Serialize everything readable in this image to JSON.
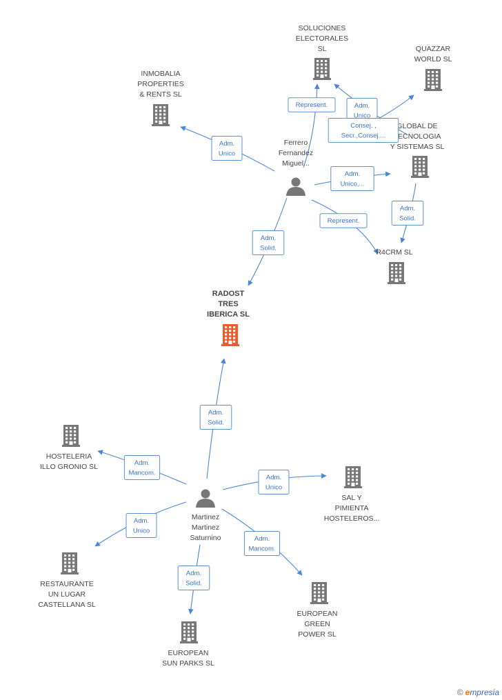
{
  "nodes": [
    {
      "id": "soluciones",
      "type": "company",
      "lines": [
        "SOLUCIONES",
        "ELECTORALES",
        "SL"
      ]
    },
    {
      "id": "quazzar",
      "type": "company",
      "lines": [
        "QUAZZAR",
        "WORLD  SL"
      ]
    },
    {
      "id": "inmobalia",
      "type": "company",
      "lines": [
        "INMOBALIA",
        "PROPERTIES",
        "& RENTS SL"
      ]
    },
    {
      "id": "global",
      "type": "company",
      "lines": [
        "GLOBAL DE",
        "TECNOLOGIA",
        "Y SISTEMAS  SL"
      ]
    },
    {
      "id": "r4crm",
      "type": "company",
      "lines": [
        "R4CRM  SL"
      ]
    },
    {
      "id": "ferrero",
      "type": "person",
      "lines": [
        "Ferrero",
        "Fernandez",
        "Miguel..."
      ]
    },
    {
      "id": "radost",
      "type": "focus",
      "lines": [
        "RADOST",
        "TRES",
        "IBERICA SL"
      ]
    },
    {
      "id": "martinez",
      "type": "person",
      "lines": [
        "Martinez",
        "Martinez",
        "Saturnino"
      ]
    },
    {
      "id": "hosteleria",
      "type": "company",
      "lines": [
        "HOSTELERIA",
        "ILLO GRONIO SL"
      ]
    },
    {
      "id": "salypimienta",
      "type": "company",
      "lines": [
        "SAL Y",
        "PIMIENTA",
        "HOSTELEROS..."
      ]
    },
    {
      "id": "restaurante",
      "type": "company",
      "lines": [
        "RESTAURANTE",
        "UN LUGAR",
        "CASTELLANA SL"
      ]
    },
    {
      "id": "europeangreen",
      "type": "company",
      "lines": [
        "EUROPEAN",
        "GREEN",
        "POWER SL"
      ]
    },
    {
      "id": "europeansun",
      "type": "company",
      "lines": [
        "EUROPEAN",
        "SUN PARKS SL"
      ]
    }
  ],
  "edges": [
    {
      "id": "e1",
      "lines": [
        "Represent."
      ]
    },
    {
      "id": "e2",
      "lines": [
        "Adm.",
        "Unico"
      ]
    },
    {
      "id": "e3",
      "lines": [
        "Consej. ,",
        "Secr.,Consej...."
      ]
    },
    {
      "id": "e4",
      "lines": [
        "Adm.",
        "Unico"
      ]
    },
    {
      "id": "e5",
      "lines": [
        "Adm.",
        "Unico,..."
      ]
    },
    {
      "id": "e6",
      "lines": [
        "Adm.",
        "Solid."
      ]
    },
    {
      "id": "e7",
      "lines": [
        "Represent."
      ]
    },
    {
      "id": "e8",
      "lines": [
        "Adm.",
        "Solid."
      ]
    },
    {
      "id": "e9",
      "lines": [
        "Adm.",
        "Solid."
      ]
    },
    {
      "id": "e10",
      "lines": [
        "Adm.",
        "Mancom."
      ]
    },
    {
      "id": "e11",
      "lines": [
        "Adm.",
        "Unico"
      ]
    },
    {
      "id": "e12",
      "lines": [
        "Adm.",
        "Unico"
      ]
    },
    {
      "id": "e13",
      "lines": [
        "Adm.",
        "Mancom."
      ]
    },
    {
      "id": "e14",
      "lines": [
        "Adm.",
        "Solid."
      ]
    }
  ],
  "colors": {
    "company": "#777777",
    "focus": "#f05a28",
    "person": "#777777",
    "edge": "#4a86d4"
  },
  "brand": {
    "copyright": "©",
    "e": "e",
    "rest": "mpresia"
  }
}
